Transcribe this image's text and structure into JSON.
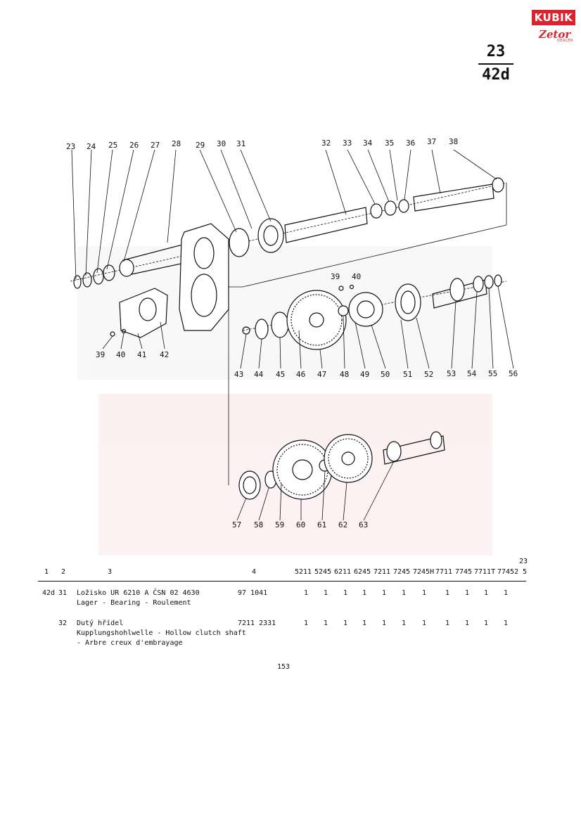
{
  "logo": {
    "brand": "KUBIK",
    "sub": "Zetor",
    "dealer": "DEALER"
  },
  "page_group": {
    "top": "23",
    "bottom": "42d"
  },
  "callouts": [
    "23",
    "24",
    "25",
    "26",
    "27",
    "28",
    "29",
    "30",
    "31",
    "32",
    "33",
    "34",
    "35",
    "36",
    "37",
    "38",
    "39",
    "40",
    "41",
    "42",
    "39",
    "40",
    "43",
    "44",
    "45",
    "46",
    "47",
    "48",
    "49",
    "50",
    "51",
    "52",
    "53",
    "54",
    "55",
    "56",
    "57",
    "58",
    "59",
    "60",
    "61",
    "62",
    "63"
  ],
  "table": {
    "col_headers": {
      "c1": "1",
      "c2": "2",
      "c3": "3",
      "c4": "4",
      "c5": "5",
      "c23": "23"
    },
    "models": [
      "5211",
      "5245",
      "6211",
      "6245",
      "7211",
      "7245",
      "7245H",
      "7711",
      "7745",
      "7711T",
      "77452"
    ],
    "rows": [
      {
        "group": "42d",
        "pos": "31",
        "desc": [
          "Ložisko UR 6210 A ČSN 02 4630",
          "Lager - Bearing - Roulement"
        ],
        "part_no": "97 1041",
        "qty": [
          "1",
          "1",
          "1",
          "1",
          "1",
          "1",
          "1",
          "1",
          "1",
          "1",
          "1"
        ]
      },
      {
        "group": "",
        "pos": "32",
        "desc": [
          "Dutý hřídel",
          "Kupplungshohlwelle - Hollow clutch shaft",
          "- Arbre creux d'embrayage"
        ],
        "part_no": "7211 2331",
        "qty": [
          "1",
          "1",
          "1",
          "1",
          "1",
          "1",
          "1",
          "1",
          "1",
          "1",
          "1"
        ]
      }
    ]
  },
  "page_number": "153"
}
